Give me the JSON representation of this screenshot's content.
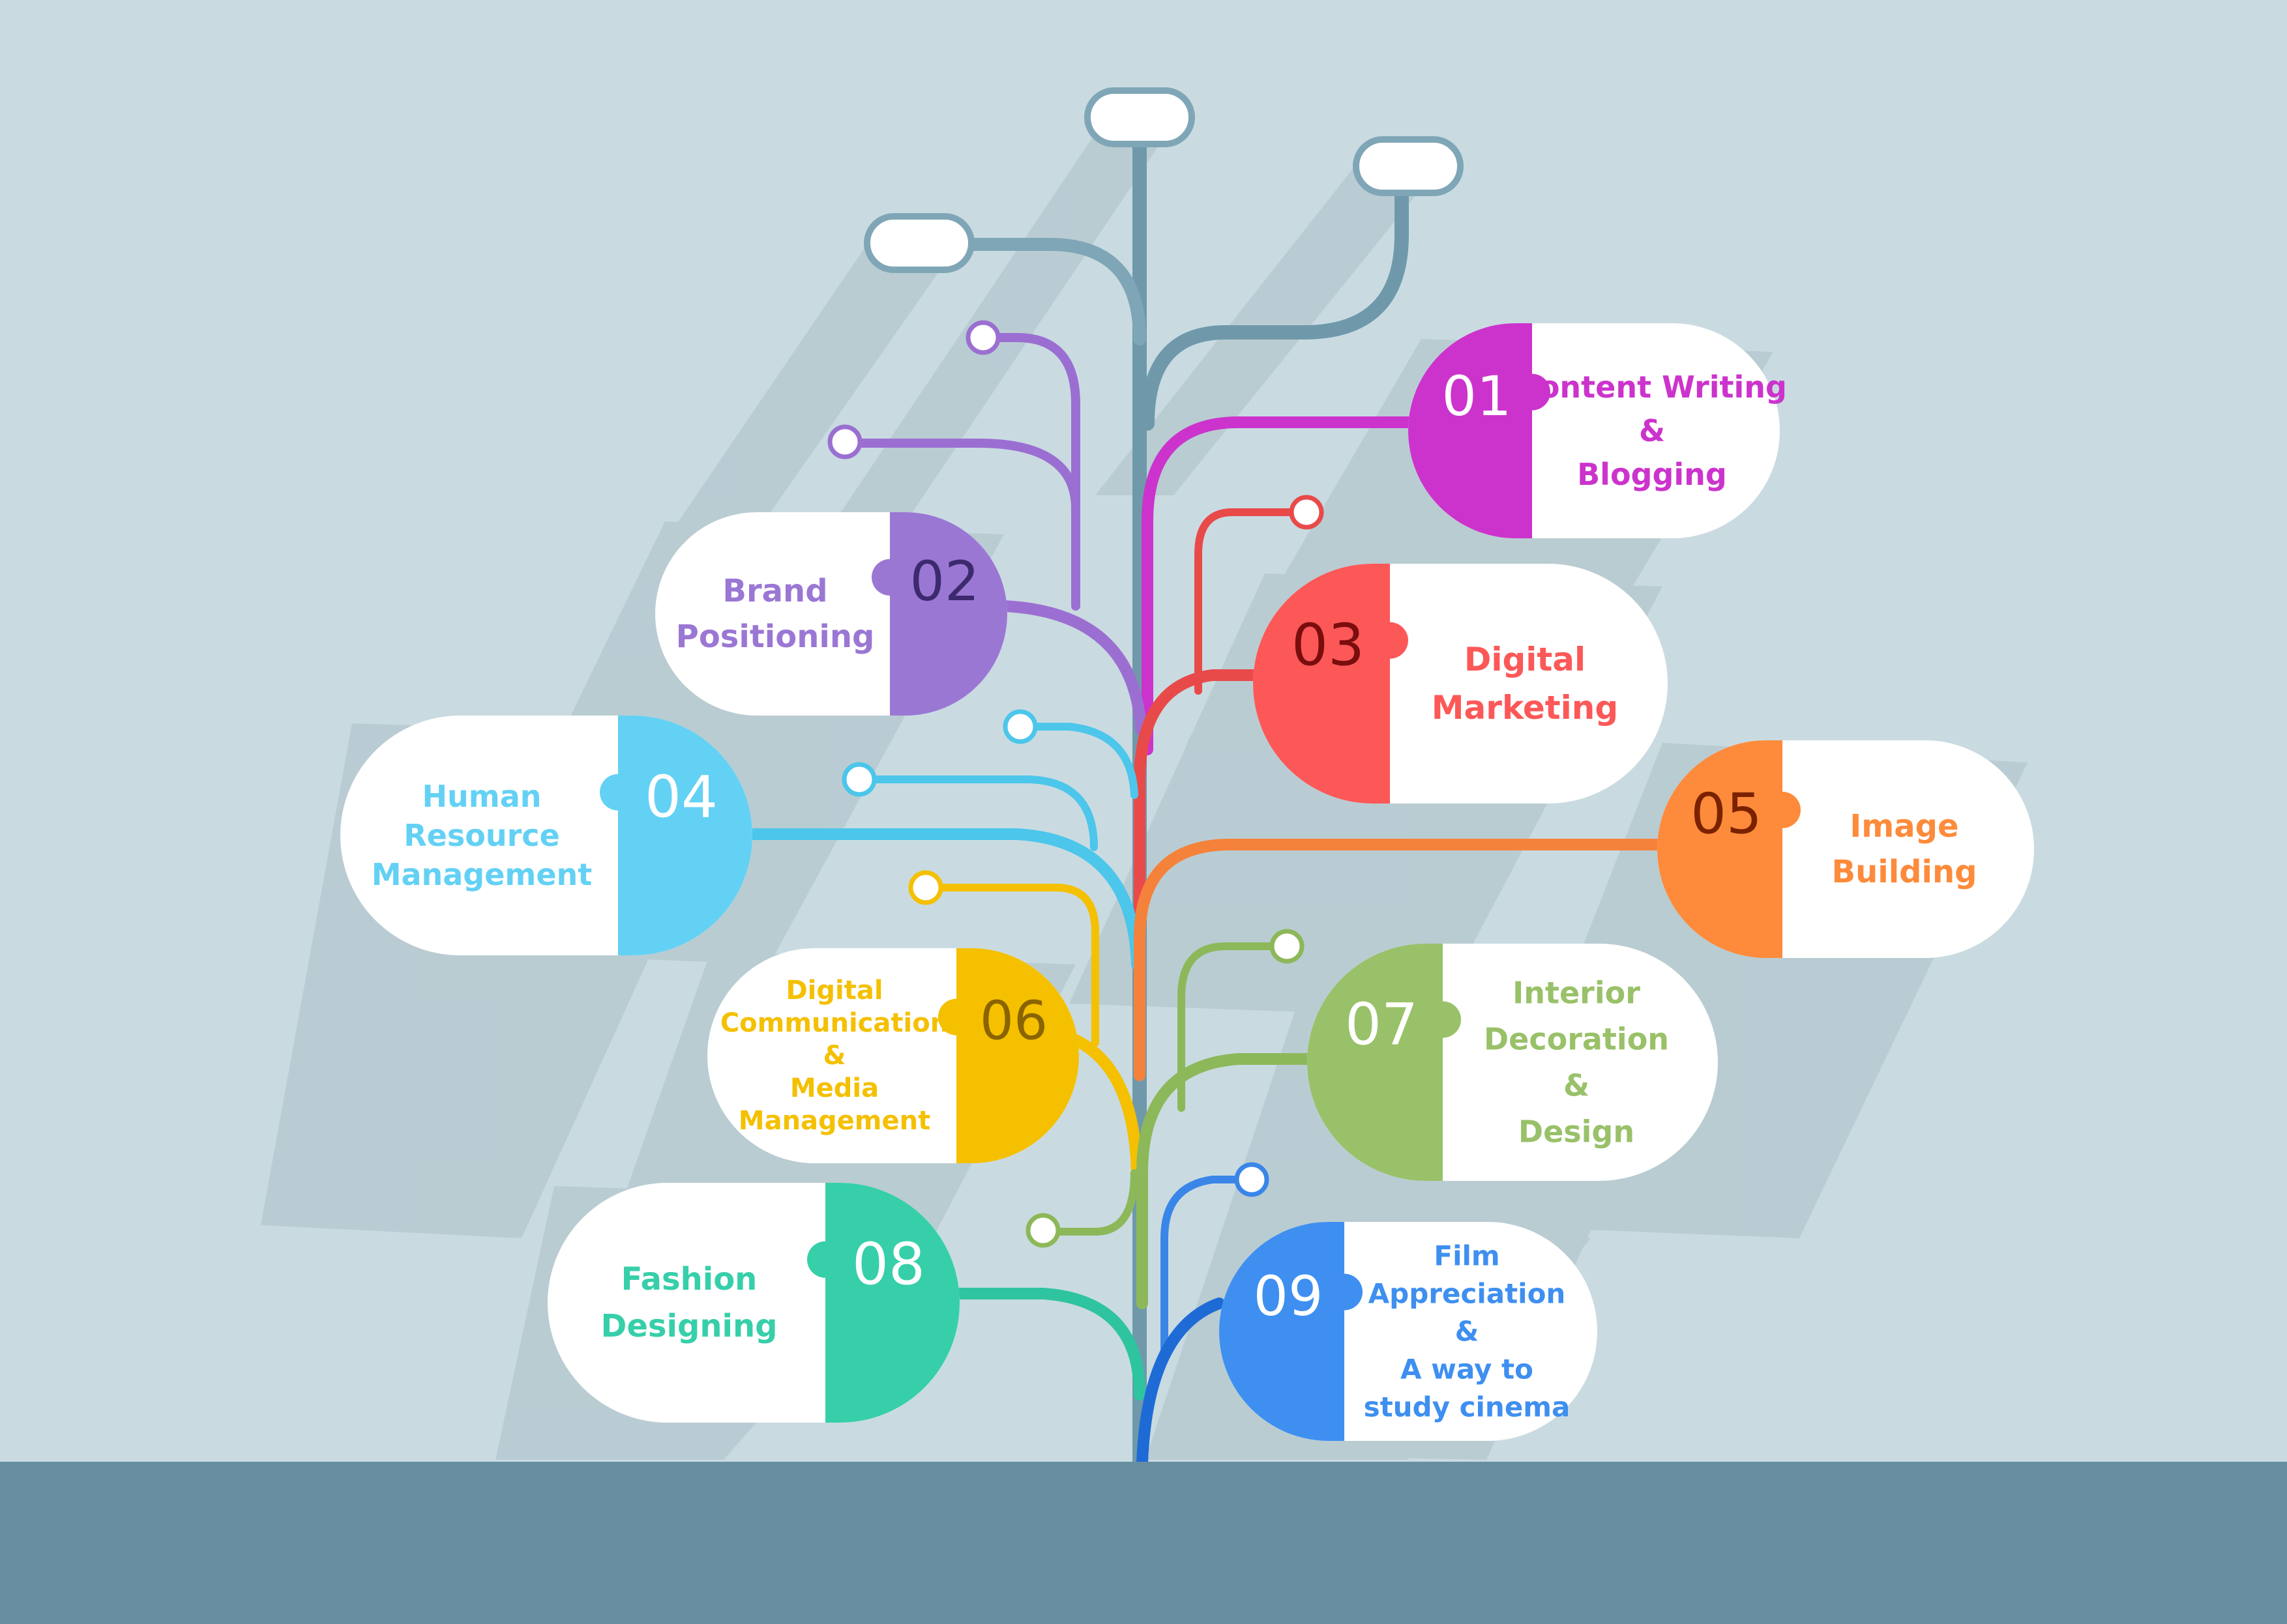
{
  "background_color": "#c9dbe1",
  "ground_color": "#668ea0",
  "trunk_color": "#6f99ab",
  "items": [
    {
      "number": "01",
      "lines": [
        "Content Writing",
        "&",
        "Blogging"
      ],
      "color": "#cc33cc",
      "number_color": "#ffffff",
      "side": "right"
    },
    {
      "number": "02",
      "lines": [
        "Brand",
        "Positioning"
      ],
      "color": "#9b77d4",
      "number_color": "#3d2a6e",
      "side": "left"
    },
    {
      "number": "03",
      "lines": [
        "Digital",
        "Marketing"
      ],
      "color": "#fc5858",
      "number_color": "#7a0d0d",
      "side": "right"
    },
    {
      "number": "04",
      "lines": [
        "Human",
        "Resource",
        "Management"
      ],
      "color": "#63d1f4",
      "number_color": "#ffffff",
      "side": "left"
    },
    {
      "number": "05",
      "lines": [
        "Image",
        "Building"
      ],
      "color": "#fd8b3b",
      "number_color": "#7a2200",
      "side": "right"
    },
    {
      "number": "06",
      "lines": [
        "Digital",
        "Communication",
        "&",
        "Media",
        "Management"
      ],
      "color": "#f4c000",
      "number_color": "#8a6400",
      "side": "left"
    },
    {
      "number": "07",
      "lines": [
        "Interior",
        "Decoration",
        "&",
        "Design"
      ],
      "color": "#99c169",
      "number_color": "#ffffff",
      "side": "right"
    },
    {
      "number": "08",
      "lines": [
        "Fashion",
        "Designing"
      ],
      "color": "#36cfa9",
      "number_color": "#ffffff",
      "side": "left"
    },
    {
      "number": "09",
      "lines": [
        "Film",
        "Appreciation",
        "&",
        "A way to",
        "study cinema"
      ],
      "color": "#3e8ff0",
      "number_color": "#ffffff",
      "side": "right"
    }
  ]
}
